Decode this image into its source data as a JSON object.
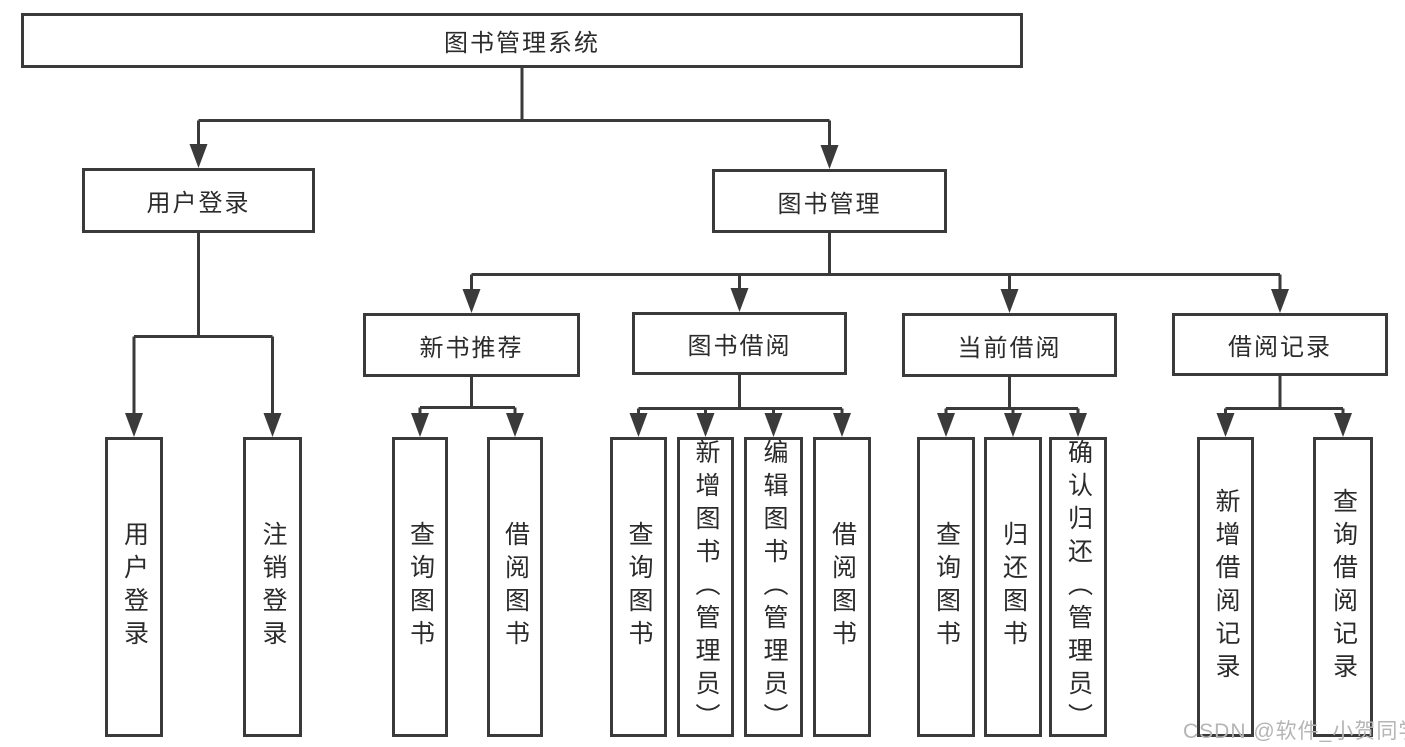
{
  "diagram": {
    "type": "hierarchy-tree",
    "title": "图书管理系统"
  },
  "nodes": {
    "root": "图书管理系统",
    "level2": [
      "用户登录",
      "图书管理"
    ],
    "level3": [
      "新书推荐",
      "图书借阅",
      "当前借阅",
      "借阅记录"
    ],
    "leaves": [
      "用户登录",
      "注销登录",
      "查询图书",
      "借阅图书",
      "查询图书",
      "新增图书（管理员）",
      "编辑图书（管理员）",
      "借阅图书",
      "查询图书",
      "归还图书",
      "确认归还（管理员）",
      "新增借阅记录",
      "查询借阅记录"
    ]
  },
  "hierarchy": {
    "图书管理系统": [
      "用户登录",
      "图书管理"
    ],
    "用户登录": [
      "用户登录",
      "注销登录"
    ],
    "图书管理": [
      "新书推荐",
      "图书借阅",
      "当前借阅",
      "借阅记录"
    ],
    "新书推荐": [
      "查询图书",
      "借阅图书"
    ],
    "图书借阅": [
      "查询图书",
      "新增图书（管理员）",
      "编辑图书（管理员）",
      "借阅图书"
    ],
    "当前借阅": [
      "查询图书",
      "归还图书",
      "确认归还（管理员）"
    ],
    "借阅记录": [
      "新增借阅记录",
      "查询借阅记录"
    ]
  },
  "watermark": "CSDN @软件_小贺同学",
  "colors": {
    "line": "#3a3a3a",
    "text": "#2b2b2b",
    "watermark": "#b5b5b5",
    "background": "#ffffff"
  }
}
